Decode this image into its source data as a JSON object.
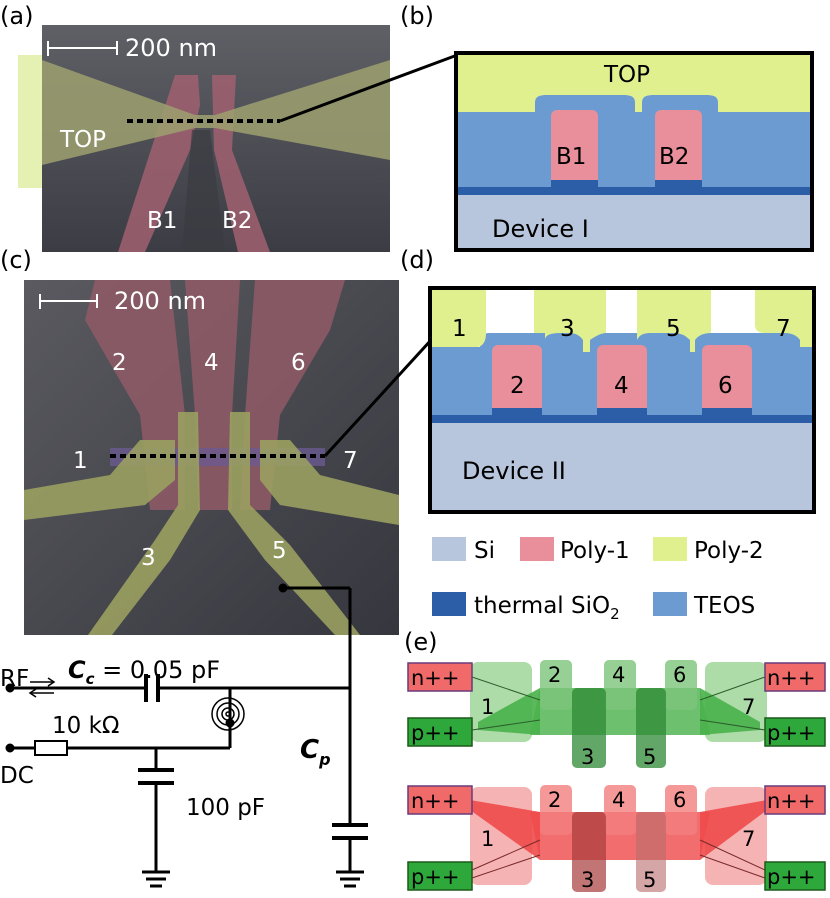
{
  "panels": {
    "a": "(a)",
    "b": "(b)",
    "c": "(c)",
    "d": "(d)",
    "e": "(e)"
  },
  "panel_a": {
    "scalebar": "200 nm",
    "top": "TOP",
    "b1": "B1",
    "b2": "B2"
  },
  "panel_b": {
    "top": "TOP",
    "b1": "B1",
    "b2": "B2",
    "device": "Device I"
  },
  "panel_c": {
    "scalebar": "200 nm",
    "g1": "1",
    "g2": "2",
    "g3": "3",
    "g4": "4",
    "g5": "5",
    "g6": "6",
    "g7": "7"
  },
  "panel_d": {
    "g1": "1",
    "g2": "2",
    "g3": "3",
    "g4": "4",
    "g5": "5",
    "g6": "6",
    "g7": "7",
    "device": "Device II"
  },
  "legend": {
    "si": "Si",
    "poly1": "Poly-1",
    "poly2": "Poly-2",
    "thermal": "thermal SiO",
    "thermal_sub": "2",
    "teos": "TEOS"
  },
  "circuit": {
    "rf": "RF",
    "dc": "DC",
    "cc_sym": "C",
    "cc_sub": "c",
    "cc_val": " = 0.05 pF",
    "res": "10 kΩ",
    "cap": "100 pF",
    "cp_sym": "C",
    "cp_sub": "p"
  },
  "panel_e": {
    "top": {
      "n_left": "n++",
      "n_right": "n++",
      "p_left": "p++",
      "p_right": "p++",
      "g1": "1",
      "g2": "2",
      "g3": "3",
      "g4": "4",
      "g5": "5",
      "g6": "6",
      "g7": "7"
    },
    "bottom": {
      "n_left": "n++",
      "n_right": "n++",
      "p_left": "p++",
      "p_right": "p++",
      "g1": "1",
      "g2": "2",
      "g3": "3",
      "g4": "4",
      "g5": "5",
      "g6": "6",
      "g7": "7"
    }
  },
  "colors": {
    "si": "#b7c6dc",
    "poly1": "#e88f9b",
    "poly2": "#e1f08f",
    "thermal": "#2c5ea8",
    "teos": "#6b9bd0"
  }
}
